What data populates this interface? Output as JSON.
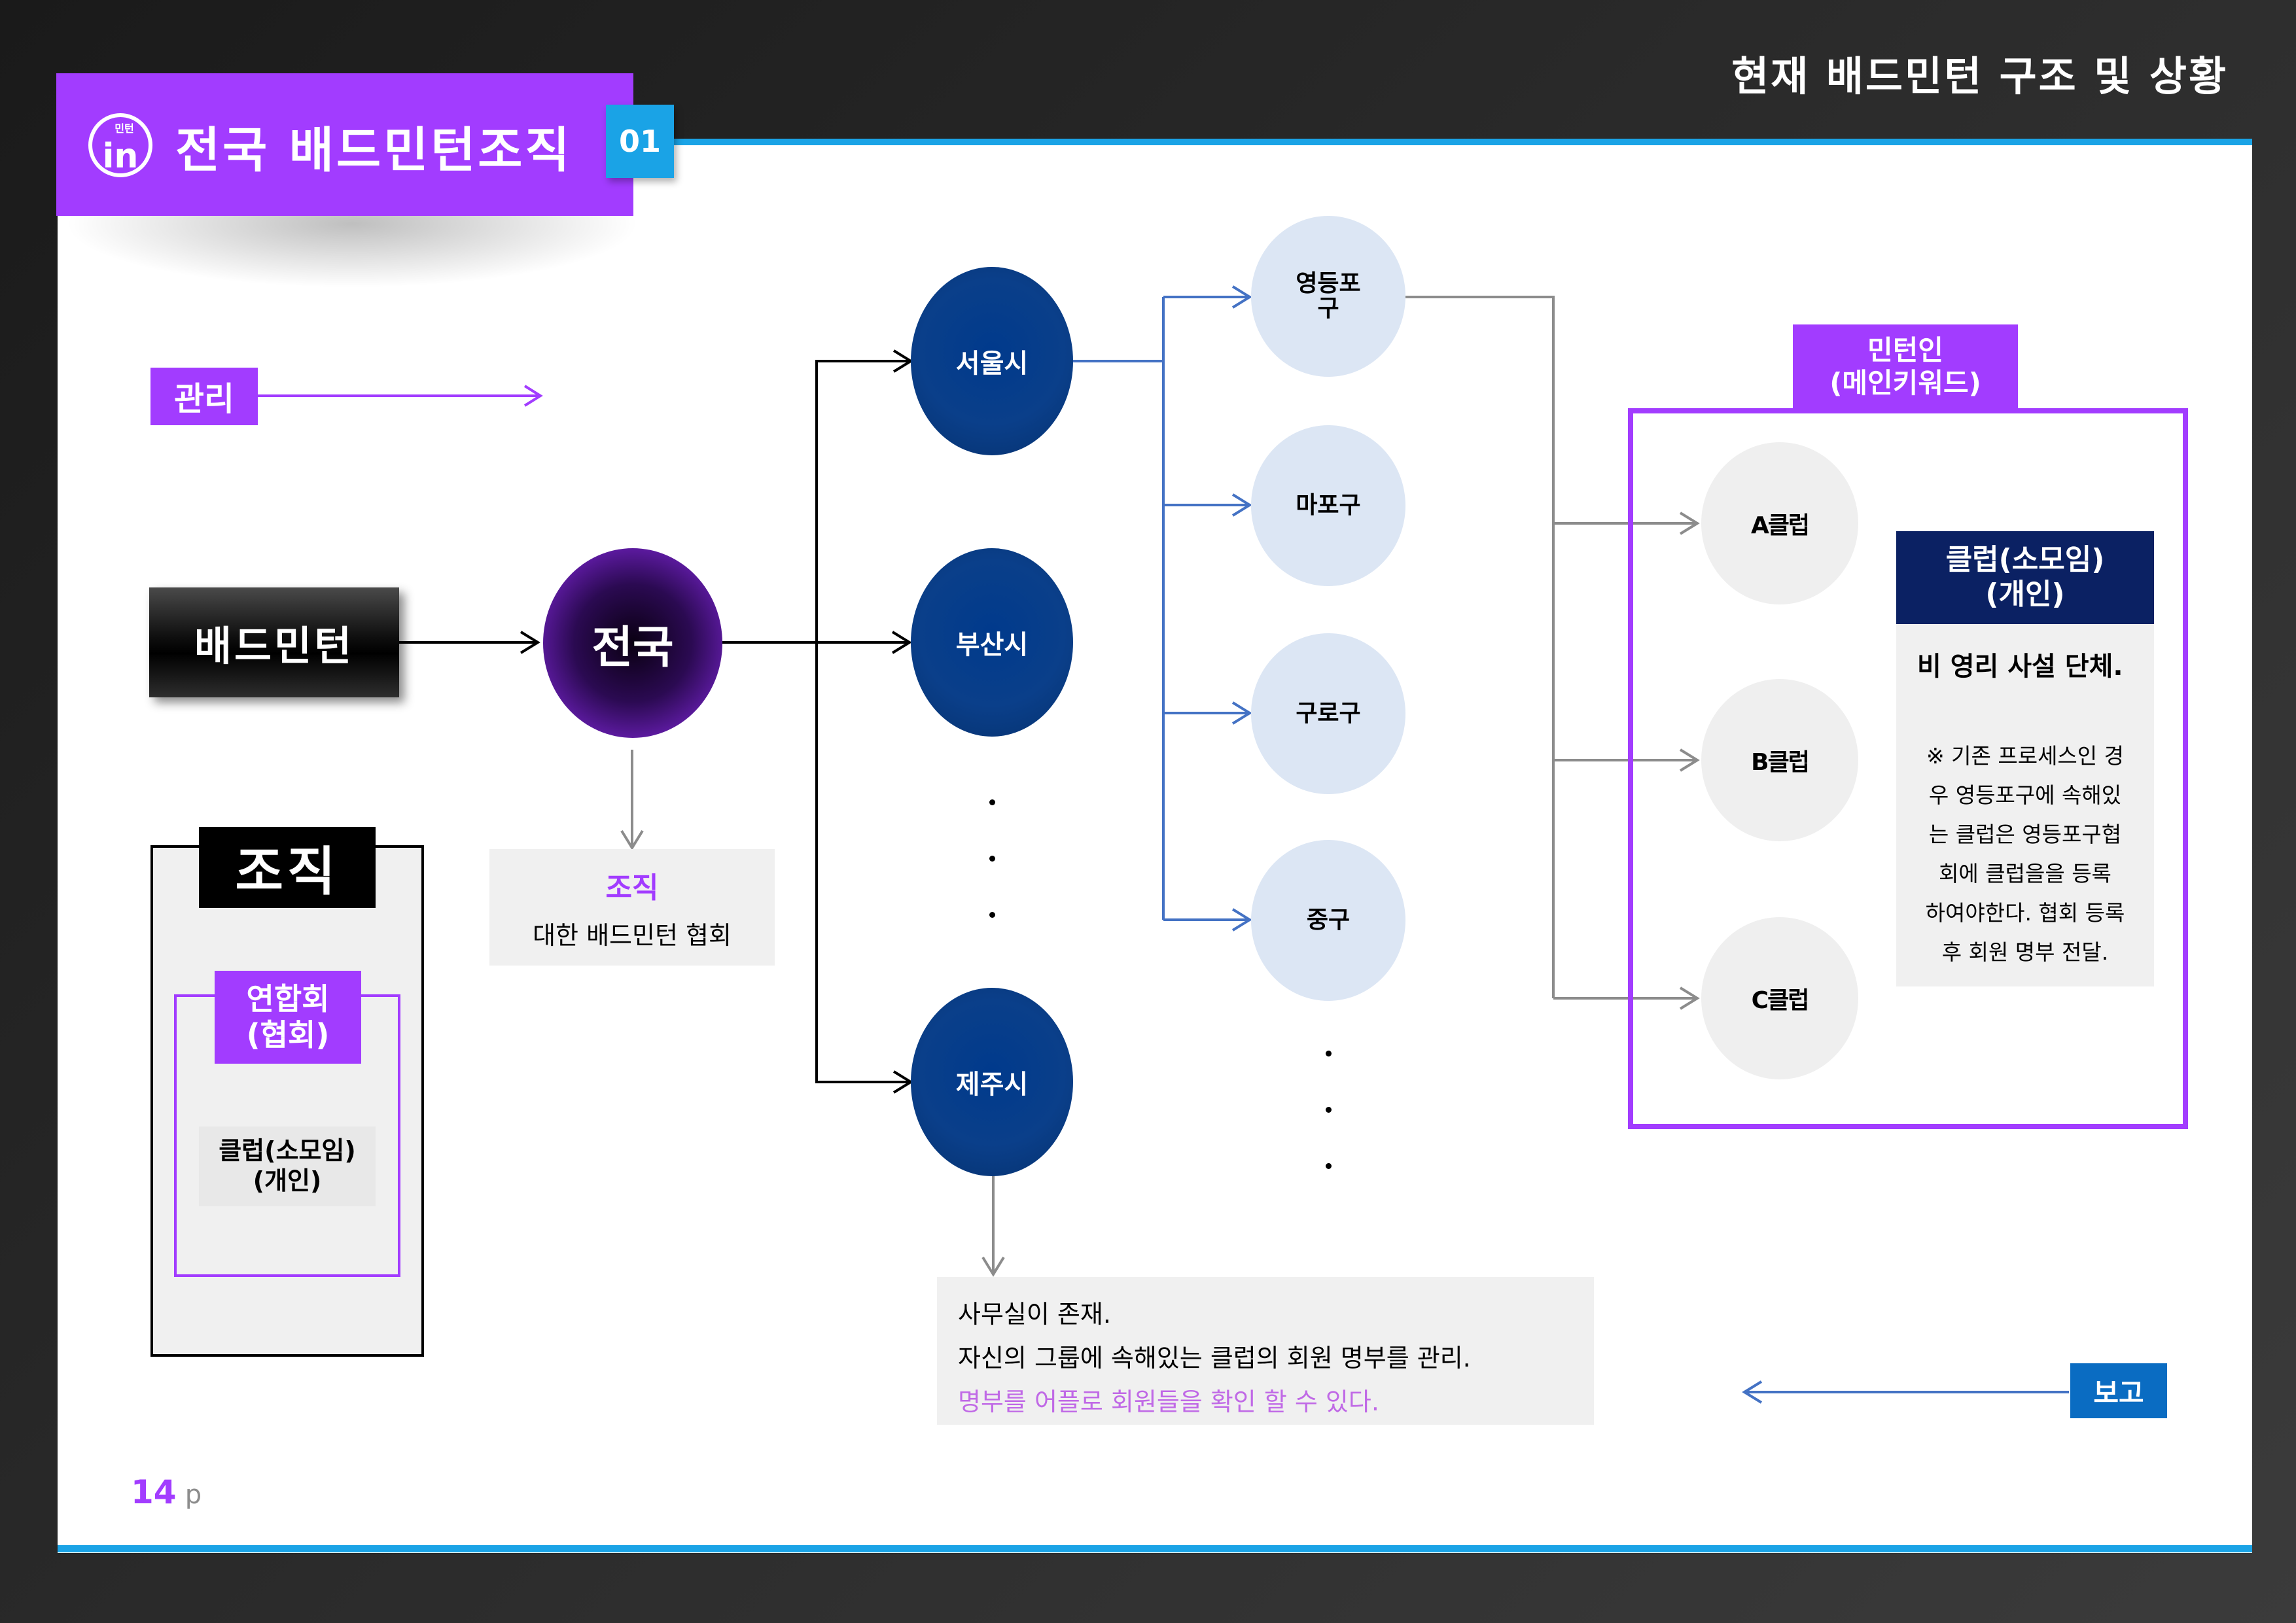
{
  "header": {
    "title": "현재 배드민턴 구조 및 상황"
  },
  "title_bar": {
    "logo_small": "민턴",
    "logo_big": "in",
    "title": "전국 배드민턴조직",
    "number": "01"
  },
  "legend": {
    "manage_label": "관리"
  },
  "left_panel": {
    "badminton_label": "배드민턴",
    "org_title": "조직",
    "federation_line1": "연합회",
    "federation_line2": "(협회)",
    "club_line1": "클럽(소모임)",
    "club_line2": "(개인)"
  },
  "national": {
    "label": "전국",
    "org_title": "조직",
    "org_desc": "대한 배드민턴 협회"
  },
  "cities": [
    {
      "label": "서울시"
    },
    {
      "label": "부산시"
    },
    {
      "label": "제주시"
    }
  ],
  "districts": [
    {
      "line1": "영등포",
      "line2": "구"
    },
    {
      "line1": "마포구",
      "line2": ""
    },
    {
      "line1": "구로구",
      "line2": ""
    },
    {
      "line1": "중구",
      "line2": ""
    }
  ],
  "city_note": {
    "line1": "사무실이 존재.",
    "line2": "자신의 그룹에 속해있는 클럽의 회원 명부를 관리.",
    "line3": "명부를 어플로 회원들을 확인 할 수 있다."
  },
  "mintinin": {
    "label_line1": "민턴인",
    "label_line2": "(메인키워드)",
    "clubs": [
      {
        "label": "A클럽"
      },
      {
        "label": "B클럽"
      },
      {
        "label": "C클럽"
      }
    ],
    "info_title_line1": "클럽(소모임)",
    "info_title_line2": "(개인)",
    "info_sub": "비 영리 사설 단체.",
    "info_lines": [
      "※ 기존 프로세스인 경",
      "우 영등포구에 속해있",
      "는 클럽은 영등포구협",
      "회에 클럽을을 등록",
      "하여야한다. 협회 등록",
      "후 회원 명부 전달."
    ]
  },
  "report": {
    "label": "보고"
  },
  "page": {
    "number": "14",
    "unit": "p"
  },
  "colors": {
    "accent_purple": "#a23cff",
    "accent_blue": "#1aa3e6",
    "city_blue": "#0a3f8a",
    "district_bg": "#dce6f4",
    "navy": "#0b2163",
    "report_blue": "#0a6cc2",
    "note_purple": "#c069e6"
  }
}
